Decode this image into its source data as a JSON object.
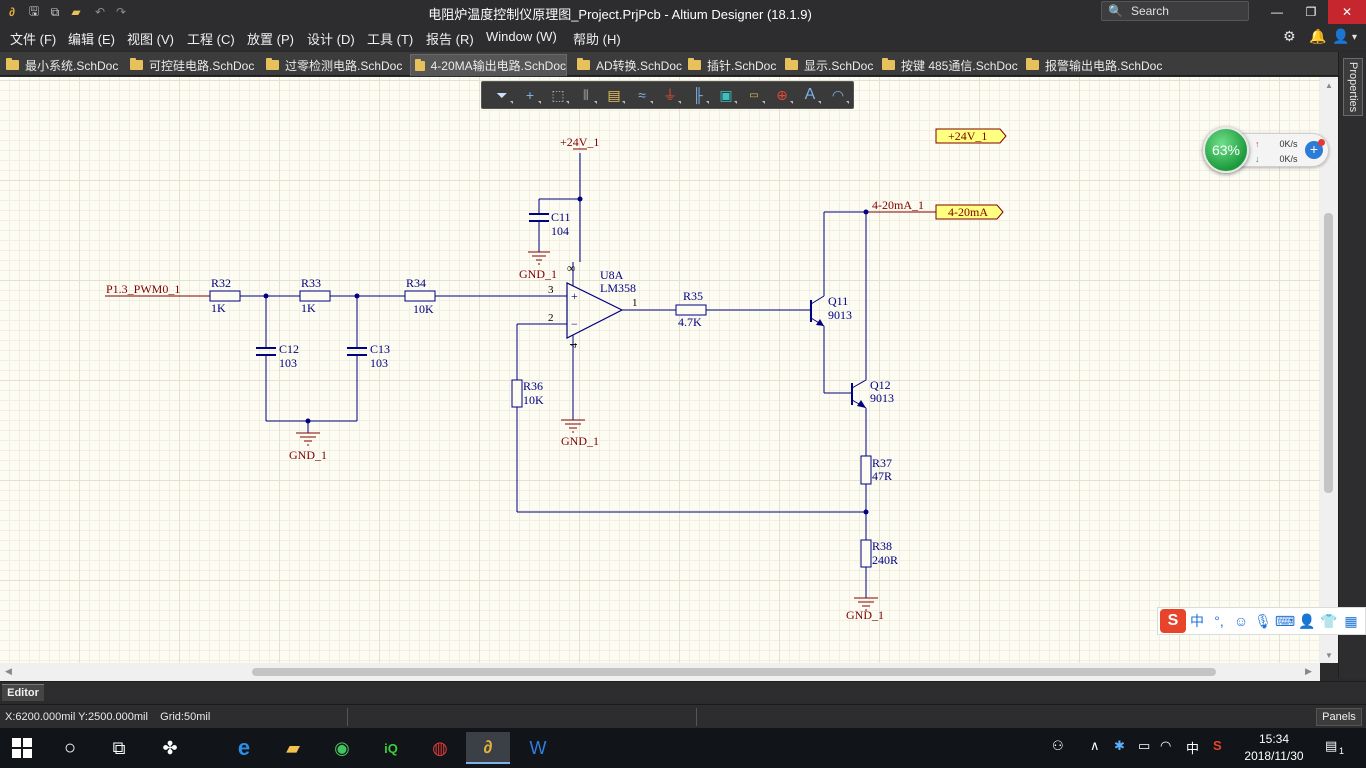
{
  "window": {
    "title": "电阻炉温度控制仪原理图_Project.PrjPcb - Altium Designer (18.1.9)",
    "search_placeholder": "Search",
    "minimize": "—",
    "restore": "❐",
    "close": "✕"
  },
  "menu": {
    "items": [
      "文件 (F)",
      "编辑 (E)",
      "视图 (V)",
      "工程 (C)",
      "放置 (P)",
      "设计 (D)",
      "工具 (T)",
      "报告 (R)",
      "Window (W)",
      "帮助 (H)"
    ]
  },
  "tabs": [
    {
      "label": "最小系统.SchDoc",
      "active": false
    },
    {
      "label": "可控硅电路.SchDoc",
      "active": false
    },
    {
      "label": "过零检测电路.SchDoc",
      "active": false
    },
    {
      "label": "4-20MA输出电路.SchDoc",
      "active": true
    },
    {
      "label": "AD转换.SchDoc",
      "active": false
    },
    {
      "label": "插针.SchDoc",
      "active": false
    },
    {
      "label": "显示.SchDoc",
      "active": false
    },
    {
      "label": "按键 485通信.SchDoc",
      "active": false
    },
    {
      "label": "报警输出电路.SchDoc",
      "active": false
    }
  ],
  "properties_panel": {
    "label": "Properties"
  },
  "schematic": {
    "net_labels": {
      "pwm": "P1.3_PWM0_1",
      "vcc_top": "+24V_1",
      "out_net": "4-20mA_1"
    },
    "ports": {
      "vcc_port": "+24V_1",
      "out_port": "4-20mA"
    },
    "components": {
      "r32": {
        "ref": "R32",
        "value": "1K"
      },
      "r33": {
        "ref": "R33",
        "value": "1K"
      },
      "r34": {
        "ref": "R34",
        "value": "10K"
      },
      "r35": {
        "ref": "R35",
        "value": "4.7K"
      },
      "r36": {
        "ref": "R36",
        "value": "10K"
      },
      "r37": {
        "ref": "R37",
        "value": "47R"
      },
      "r38": {
        "ref": "R38",
        "value": "240R"
      },
      "c11": {
        "ref": "C11",
        "value": "104"
      },
      "c12": {
        "ref": "C12",
        "value": "103"
      },
      "c13": {
        "ref": "C13",
        "value": "103"
      },
      "u8a": {
        "ref": "U8A",
        "value": "LM358"
      },
      "q11": {
        "ref": "Q11",
        "value": "9013"
      },
      "q12": {
        "ref": "Q12",
        "value": "9013"
      }
    },
    "gnd_label": "GND_1",
    "pins": {
      "p3": "3",
      "p2": "2",
      "p1": "1",
      "p8": "∞",
      "p4": "4",
      "plus": "+",
      "minus": "−"
    }
  },
  "net_widget": {
    "percent": "63%",
    "up": "0K/s",
    "down": "0K/s"
  },
  "editor_tab": "Editor",
  "status": {
    "coords": "X:6200.000mil Y:2500.000mil",
    "grid": "Grid:50mil",
    "panels": "Panels"
  },
  "taskbar": {
    "time": "15:34",
    "date": "2018/11/30",
    "ime_lang": "中",
    "notification_count": "1"
  }
}
